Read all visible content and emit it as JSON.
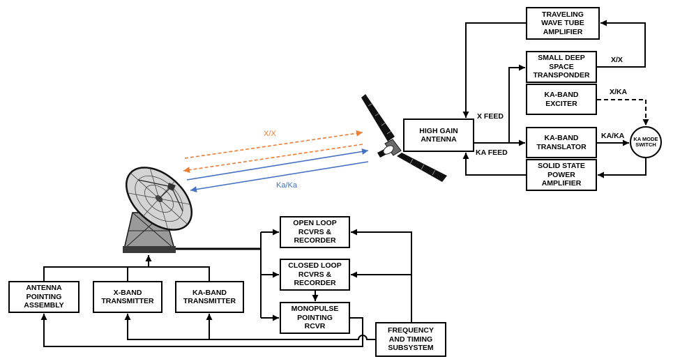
{
  "spacecraft": {
    "traveling_wave_tube_amplifier": [
      "TRAVELING",
      "WAVE TUBE",
      "AMPLIFIER"
    ],
    "small_deep_space_transponder": [
      "SMALL DEEP",
      "SPACE",
      "TRANSPONDER"
    ],
    "ka_band_exciter": [
      "KA-BAND",
      "EXCITER"
    ],
    "high_gain_antenna": [
      "HIGH GAIN",
      "ANTENNA"
    ],
    "ka_band_translator": [
      "KA-BAND",
      "TRANSLATOR"
    ],
    "solid_state_power_amplifier": [
      "SOLID STATE",
      "POWER",
      "AMPLIFIER"
    ],
    "ka_mode_switch": [
      "KA MODE",
      "SWITCH"
    ],
    "x_feed_label": "X FEED",
    "ka_feed_label": "KA FEED",
    "x_x_label": "X/X",
    "x_ka_label": "X/KA",
    "ka_ka_label": "KA/KA"
  },
  "links": {
    "x_band": {
      "label": "X/X",
      "color": "#ED7D31"
    },
    "ka_band": {
      "label": "Ka/Ka",
      "color": "#4472C4"
    }
  },
  "ground_station": {
    "open_loop_receivers": [
      "OPEN LOOP",
      "RCVRS &",
      "RECORDER"
    ],
    "closed_loop_receivers": [
      "CLOSED LOOP",
      "RCVRS &",
      "RECORDER"
    ],
    "monopulse_pointing_receiver": [
      "MONOPULSE",
      "POINTING",
      "RCVR"
    ],
    "frequency_and_timing": [
      "FREQUENCY",
      "AND TIMING",
      "SUBSYSTEM"
    ],
    "antenna_pointing_assembly": [
      "ANTENNA",
      "POINTING",
      "ASSEMBLY"
    ],
    "x_band_transmitter": [
      "X-BAND",
      "TRANSMITTER"
    ],
    "ka_band_transmitter": [
      "KA-BAND",
      "TRANSMITTER"
    ]
  },
  "icons": {
    "spacecraft": "spacecraft-icon",
    "ground_antenna": "dish-antenna-icon"
  }
}
